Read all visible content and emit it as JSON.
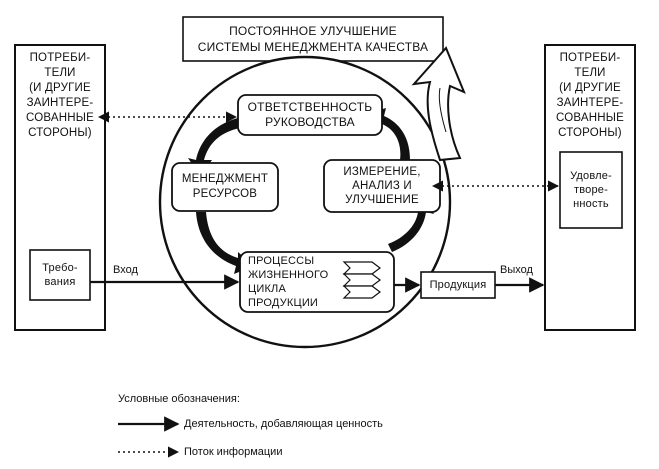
{
  "banner": {
    "title": "ПОСТОЯННОЕ УЛУЧШЕНИЕ\nСИСТЕМЫ МЕНЕДЖМЕНТА КАЧЕСТВА"
  },
  "left_party": {
    "title": "ПОТРЕБИ-\nТЕЛИ\n(И ДРУГИЕ\nЗАИНТЕРЕ-\nСОВАННЫЕ\nСТОРОНЫ)",
    "item": "Требо-\nвания"
  },
  "right_party": {
    "title": "ПОТРЕБИ-\nТЕЛИ\n(И ДРУГИЕ\nЗАИНТЕРЕ-\nСОВАННЫЕ\nСТОРОНЫ)",
    "item": "Удовле-\nтворе-\nнность"
  },
  "processes": {
    "management_responsibility": "ОТВЕТСТВЕННОСТЬ\nРУКОВОДСТВА",
    "resource_management": "МЕНЕДЖМЕНТ\nРЕСУРСОВ",
    "measurement": "ИЗМЕРЕНИЕ,\nАНАЛИЗ И\nУЛУЧШЕНИЕ",
    "product_realization": "ПРОЦЕССЫ\nЖИЗНЕННОГО\nЦИКЛА\nПРОДУКЦИИ"
  },
  "flow": {
    "input_label": "Вход",
    "output_label": "Выход",
    "product_label": "Продукция"
  },
  "legend": {
    "title": "Условные обозначения:",
    "value_activity": "Деятельность, добавляющая ценность",
    "information_flow": "Поток информации"
  }
}
